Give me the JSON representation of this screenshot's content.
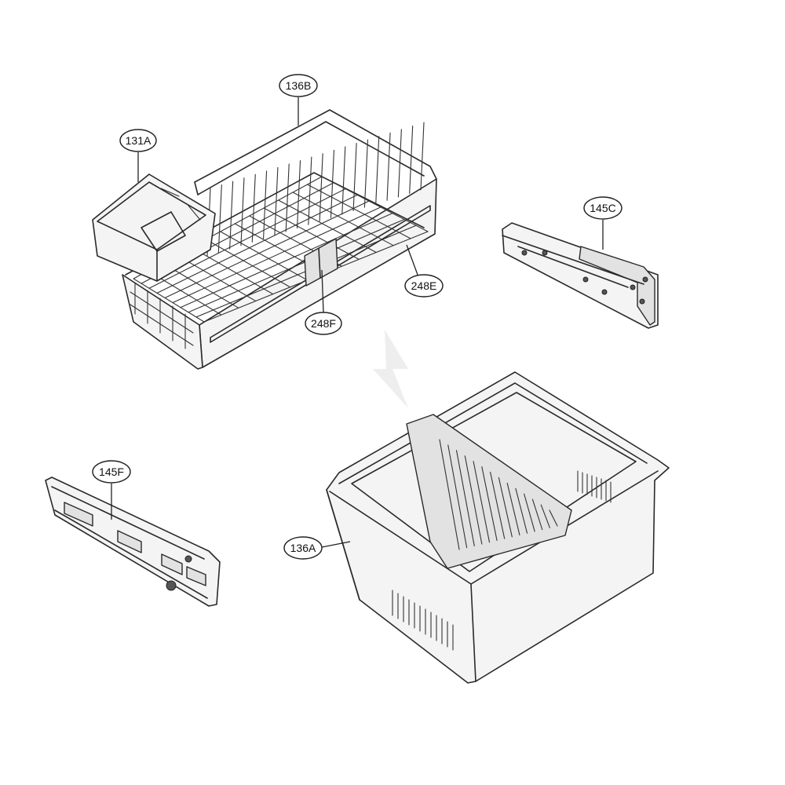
{
  "callouts": {
    "c131A": "131A",
    "c136B": "136B",
    "c145C": "145C",
    "c248E": "248E",
    "c248F": "248F",
    "c145F": "145F",
    "c136A": "136A"
  },
  "colors": {
    "line": "#2a2a2a",
    "background": "#ffffff",
    "part_fill": "#f4f4f4"
  }
}
